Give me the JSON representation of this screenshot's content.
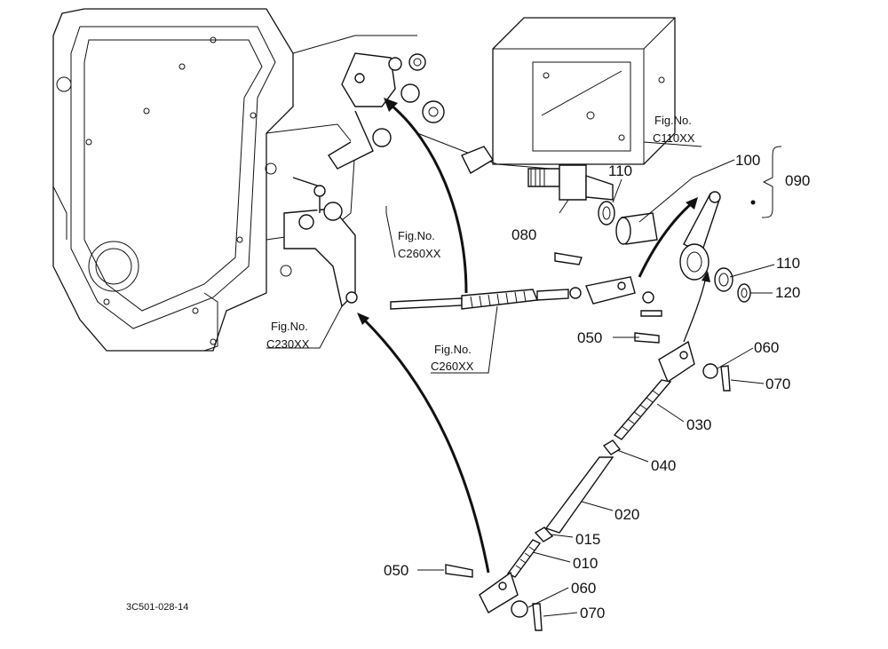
{
  "part_labels": [
    {
      "id": "p090",
      "text": "090"
    },
    {
      "id": "p100",
      "text": "100"
    },
    {
      "id": "p110a",
      "text": "110"
    },
    {
      "id": "p080",
      "text": "080"
    },
    {
      "id": "p110b",
      "text": "110"
    },
    {
      "id": "p120",
      "text": "120"
    },
    {
      "id": "p050a",
      "text": "050"
    },
    {
      "id": "p060a",
      "text": "060"
    },
    {
      "id": "p070a",
      "text": "070"
    },
    {
      "id": "p030",
      "text": "030"
    },
    {
      "id": "p040",
      "text": "040"
    },
    {
      "id": "p020",
      "text": "020"
    },
    {
      "id": "p015",
      "text": "015"
    },
    {
      "id": "p010",
      "text": "010"
    },
    {
      "id": "p050b",
      "text": "050"
    },
    {
      "id": "p060b",
      "text": "060"
    },
    {
      "id": "p070b",
      "text": "070"
    }
  ],
  "figure_refs": [
    {
      "id": "ref_c110",
      "line1": "Fig.No.",
      "line2": "C110XX"
    },
    {
      "id": "ref_c260a",
      "line1": "Fig.No.",
      "line2": "C260XX"
    },
    {
      "id": "ref_c230",
      "line1": "Fig.No.",
      "line2": "C230XX"
    },
    {
      "id": "ref_c260b",
      "line1": "Fig.No.",
      "line2": "C260XX"
    }
  ],
  "drawing_code": "3C501-028-14"
}
